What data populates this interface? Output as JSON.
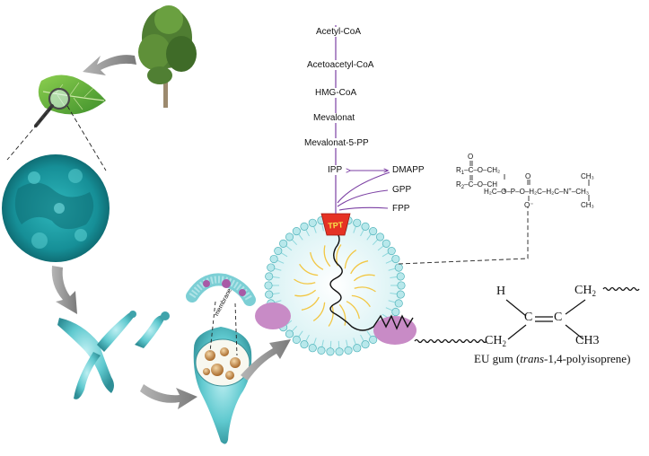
{
  "pathway": {
    "steps": [
      "Acetyl-CoA",
      "Acetoacetyl-CoA",
      "HMG-CoA",
      "Mevalonat",
      "Mevalonat-5-PP"
    ],
    "ipp": "IPP",
    "dmapp": "DMAPP",
    "gpp": "GPP",
    "fpp": "FPP",
    "transporter": "TPT"
  },
  "membrane_label": "membrane",
  "phospholipid": {
    "line1": "O",
    "r1": "R",
    "r1_sub": "1",
    "r1_rest": "–C–O–CH₂",
    "line2": "O",
    "r2": "R",
    "r2_sub": "2",
    "r2_rest": "–C–O–CH",
    "line3": "O",
    "line3_rest": "H₂C–O–P–O–H₂C–H₂C–N",
    "plus": "+",
    "me_rest": "–CH₃",
    "me_top": "CH₃",
    "me_bottom": "CH₃",
    "o_minus": "O⁻"
  },
  "polyisoprene": {
    "h": "H",
    "c_left": "C",
    "c_right": "C",
    "ch2_top": "CH",
    "ch2_top_sub": "2",
    "ch2_bottom": "CH",
    "ch2_bottom_sub": "2",
    "ch3": "CH3",
    "caption_prefix": "EU gum (",
    "caption_italic": "trans",
    "caption_suffix": "-1,4-polyisoprene)"
  },
  "colors": {
    "pathway": "#7b3fa3",
    "cyan": "#5fc9cf",
    "vesicle_fill": "#d9f2f4",
    "lipid_head": "#8fd8dd",
    "inner_chain": "#f2c744",
    "protein": "#c88bc6",
    "tpt_fill": "#e53224",
    "tpt_text": "#f7e34a",
    "arrow_gray": "#8a8a8a"
  }
}
